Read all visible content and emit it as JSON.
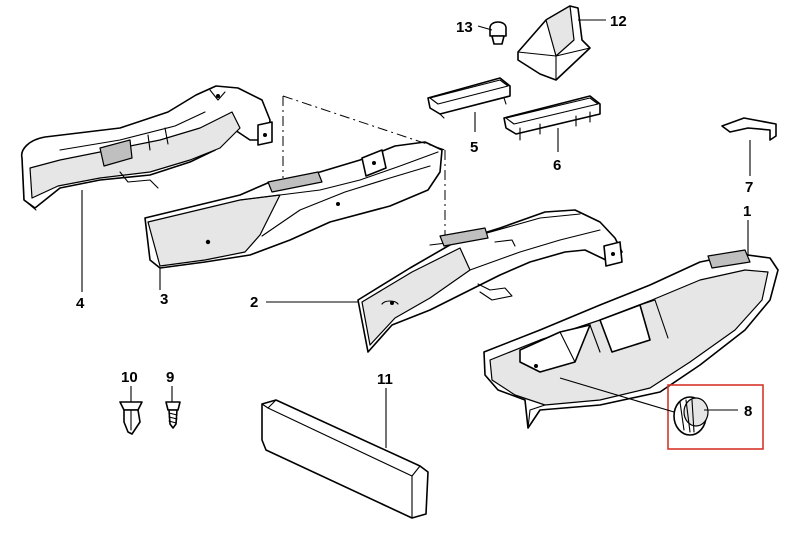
{
  "parts": [
    {
      "id": "p1",
      "label": "1"
    },
    {
      "id": "p2",
      "label": "2"
    },
    {
      "id": "p3",
      "label": "3"
    },
    {
      "id": "p4",
      "label": "4"
    },
    {
      "id": "p5",
      "label": "5"
    },
    {
      "id": "p6",
      "label": "6"
    },
    {
      "id": "p7",
      "label": "7"
    },
    {
      "id": "p8",
      "label": "8"
    },
    {
      "id": "p9",
      "label": "9"
    },
    {
      "id": "p10",
      "label": "10"
    },
    {
      "id": "p11",
      "label": "11"
    },
    {
      "id": "p12",
      "label": "12"
    },
    {
      "id": "p13",
      "label": "13"
    }
  ],
  "highlighted_part": "8",
  "colors": {
    "highlight": "#d9352b",
    "line": "#000000",
    "background": "#ffffff"
  }
}
